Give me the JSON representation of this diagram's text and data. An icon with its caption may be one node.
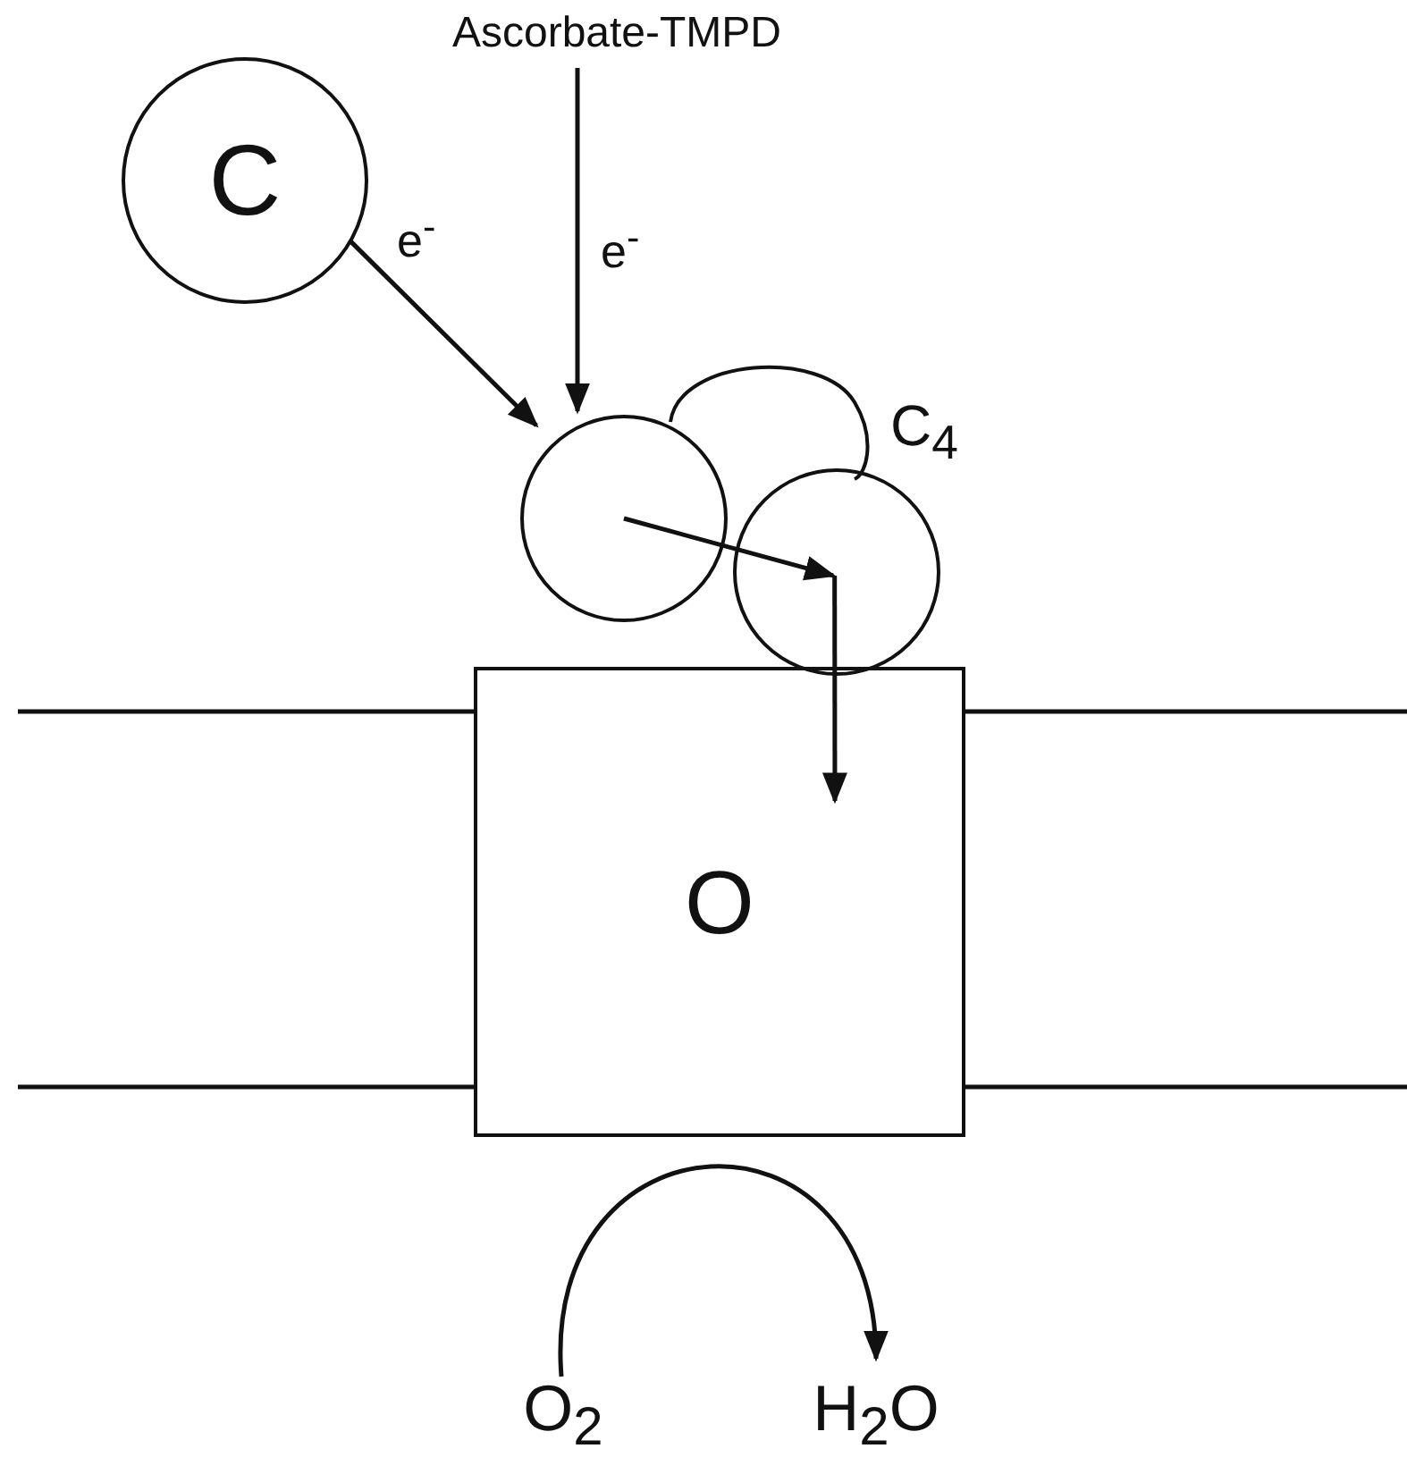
{
  "diagram": {
    "nodes": [
      {
        "text": [
          "Ascorbate-TMPD"
        ]
      },
      {
        "text": [
          "C"
        ]
      },
      {
        "text": [],
        "shape": "circle"
      },
      {
        "text": [],
        "shape": "circle"
      },
      {
        "text": [
          "O"
        ]
      },
      {
        "text": [
          "O$_{2}$"
        ]
      },
      {
        "text": [
          "H$_{2}$O"
        ]
      }
    ],
    "edges": [
      {
        "from": 0,
        "to": 2,
        "arrow": "to",
        "label": "e$^{-}$"
      },
      {
        "from": 1,
        "to": 2,
        "arrow": "to",
        "label": "e$^{-}$"
      },
      {
        "from": 2,
        "to": 3,
        "arrow": "to"
      },
      {
        "from": 3,
        "to": 4,
        "arrow": "to"
      },
      {
        "from": 5,
        "to": 6,
        "arrow": "to"
      }
    ],
    "labels": [
      "C$_{4}$"
    ]
  }
}
